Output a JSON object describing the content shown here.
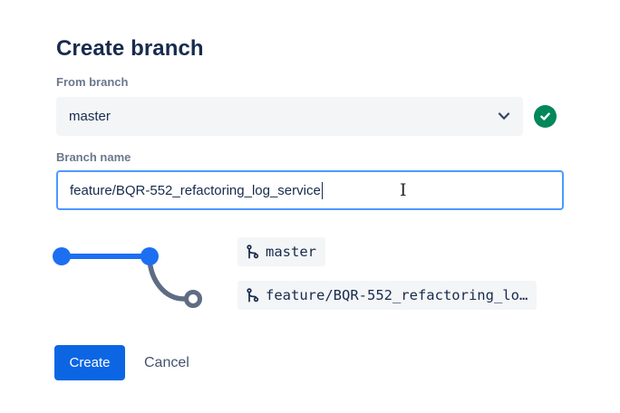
{
  "dialog": {
    "title": "Create branch",
    "from_branch": {
      "label": "From branch",
      "value": "master"
    },
    "branch_name": {
      "label": "Branch name",
      "value": "feature/BQR-552_refactoring_log_service"
    },
    "diagram": {
      "source_label": "master",
      "new_label": "feature/BQR-552_refactoring_lo…"
    },
    "actions": {
      "create": "Create",
      "cancel": "Cancel"
    }
  },
  "validation": {
    "from_branch_status": "valid"
  },
  "icons": {
    "select": "chevron-down-icon",
    "validation": "check-circle-icon",
    "tags": "git-branch-icon",
    "pointer": "i-beam-cursor"
  },
  "colors": {
    "title_text": "#172B4D",
    "label_text": "#6B778C",
    "field_bg": "#F4F5F7",
    "focus_border": "#4C9AFF",
    "success": "#00875A",
    "primary_button": "#0C66E4",
    "branch_blue": "#1D6FF2",
    "branch_gray": "#5E6C84"
  }
}
